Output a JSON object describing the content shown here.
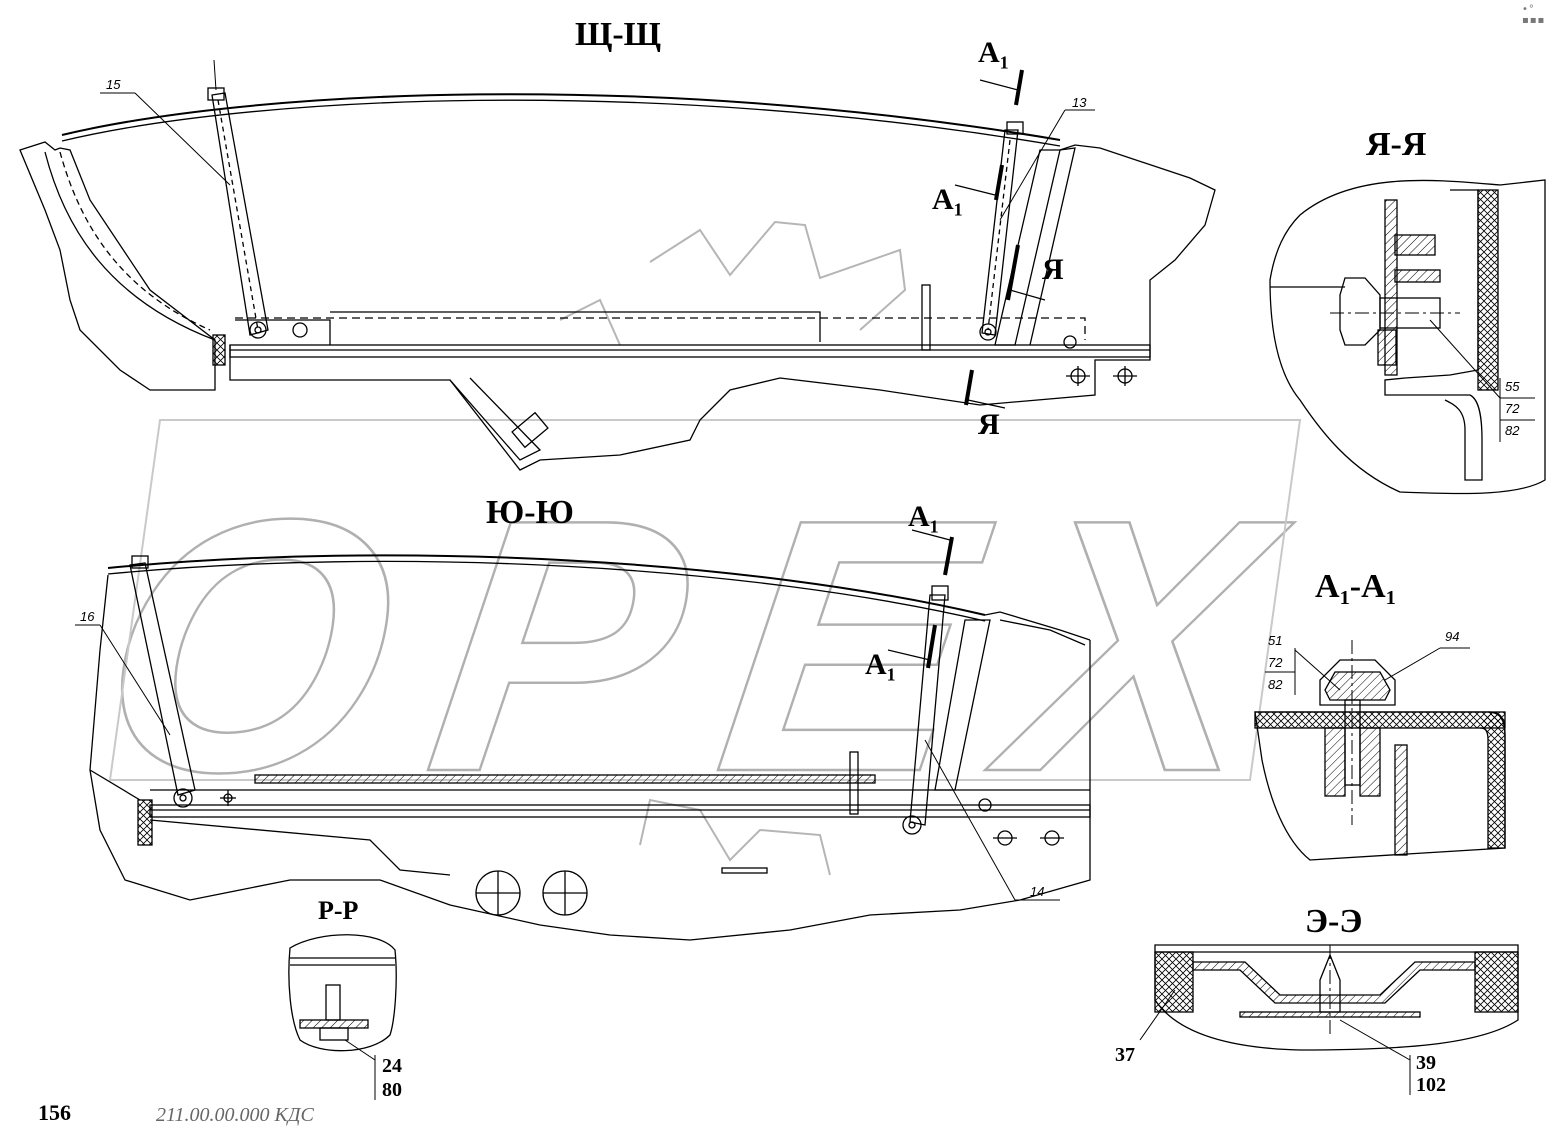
{
  "sections": {
    "shch": "Щ-Щ",
    "yu": "Ю-Ю",
    "ya": "Я-Я",
    "a1": {
      "base": "A",
      "sub": "1"
    },
    "er": "Р-Р",
    "e": "Э-Э"
  },
  "markers": {
    "a_base": "A",
    "a_sub": "1",
    "ya": "Я"
  },
  "callouts": {
    "c15": "15",
    "c13": "13",
    "c16": "16",
    "c14": "14",
    "c55": "55",
    "c72": "72",
    "c82": "82",
    "c51": "51",
    "c72b": "72",
    "c82b": "82",
    "c94": "94"
  },
  "bold_callouts": {
    "b24": "24",
    "b80": "80",
    "b37": "37",
    "b39": "39",
    "b102": "102"
  },
  "footer": {
    "page_number": "156",
    "doc_code": "211.00.00.000 КДС"
  },
  "watermark": {
    "text": "OPEX"
  },
  "corner_mark": "•° ▪▪▪"
}
